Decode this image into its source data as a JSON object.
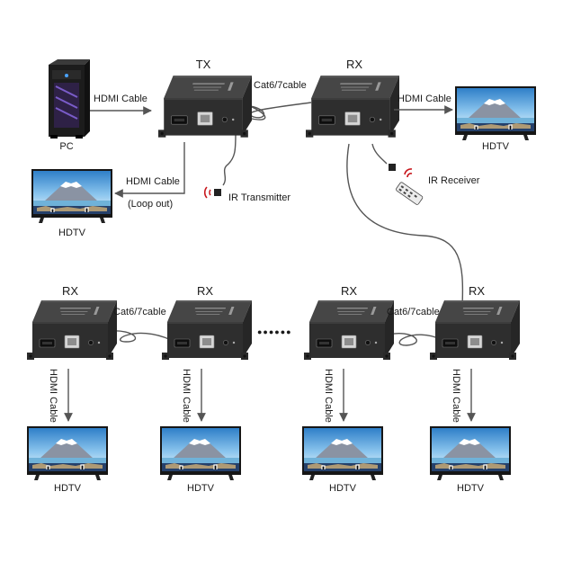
{
  "labels": {
    "tx": "TX",
    "rx": "RX",
    "pc": "PC",
    "hdmi_cable": "HDMI Cable",
    "cat_cable": "Cat6/7cable",
    "hdtv": "HDTV",
    "loop_out": "(Loop out)",
    "ir_transmitter": "IR Transmitter",
    "ir_receiver": "IR Receiver",
    "ellipsis": "●●●●●●"
  },
  "colors": {
    "device_body": "#2f2f2f",
    "device_face": "#3b3b3b",
    "cable": "#555555",
    "arrow": "#555555",
    "sky": "#5ba9de",
    "screen_bezel": "#161616",
    "ir_red": "#c8171d"
  }
}
